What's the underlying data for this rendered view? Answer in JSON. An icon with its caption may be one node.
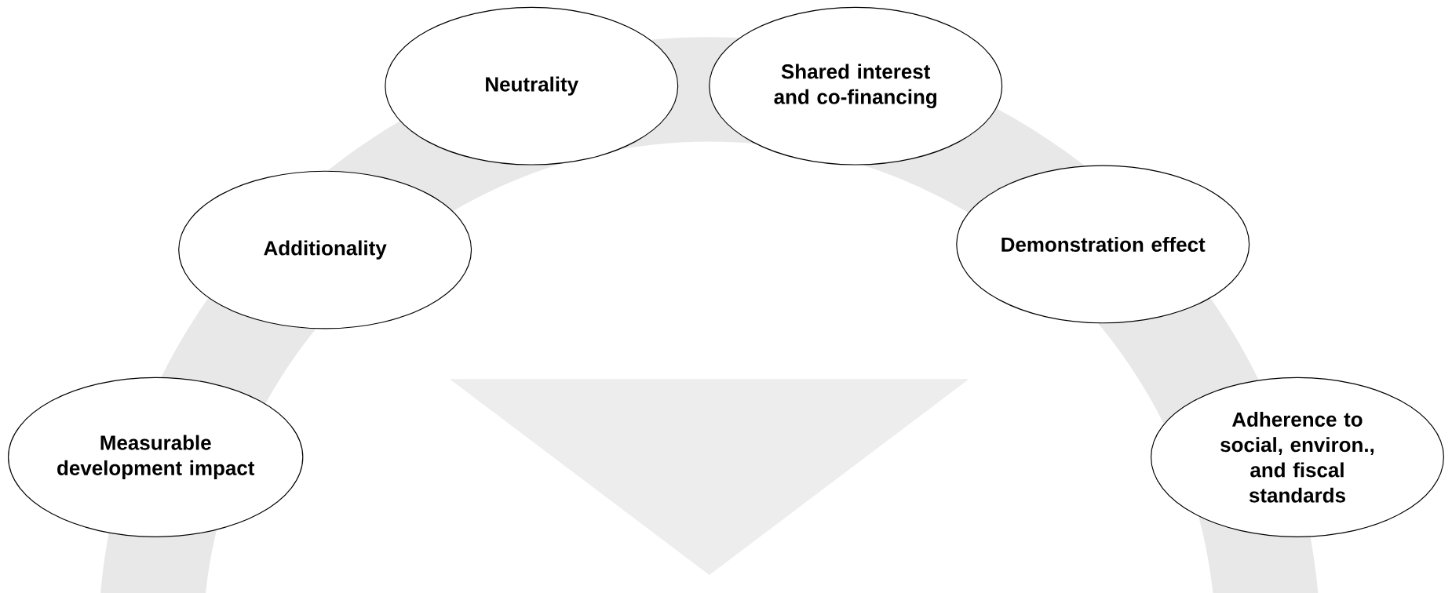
{
  "diagram": {
    "nodes": [
      {
        "text": [
          "Measurable development impact"
        ]
      },
      {
        "text": [
          "Additionality"
        ]
      },
      {
        "text": [
          "Neutrality"
        ]
      },
      {
        "text": [
          "Shared interest and co-financing"
        ]
      },
      {
        "text": [
          "Demonstration effect"
        ]
      },
      {
        "text": [
          "Adherence to social, environ., and fiscal standards"
        ]
      },
      {
        "text": [],
        "shape": "triangle"
      }
    ]
  }
}
